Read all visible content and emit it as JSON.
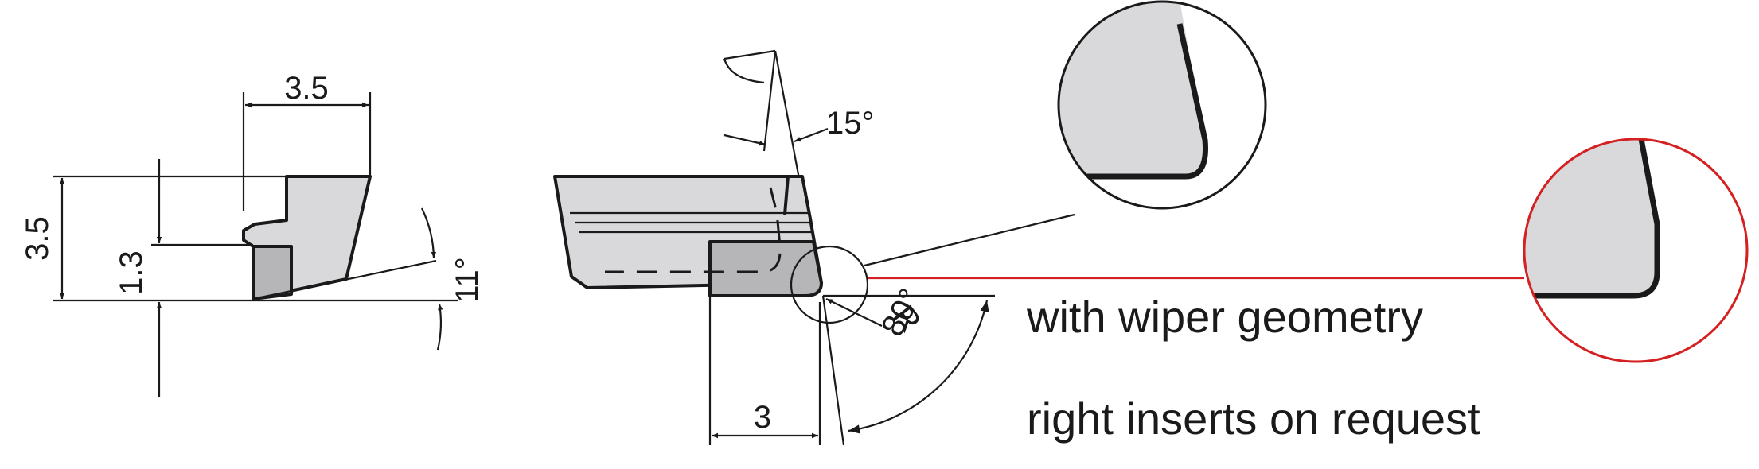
{
  "side_view": {
    "width_label": "3.5",
    "height_label": "3.5",
    "step_label": "1.3",
    "clearance_angle_label": "11°"
  },
  "top_view": {
    "lead_angle_label": "15°",
    "radius_label": "R",
    "corner_angle_label": "80°",
    "width_label": "3"
  },
  "notes": {
    "wiper": "with wiper geometry",
    "right_inserts": "right inserts on request"
  },
  "colors": {
    "outline": "#1a1a1a",
    "fill": "#d9d9db",
    "highlight": "#d42020"
  }
}
